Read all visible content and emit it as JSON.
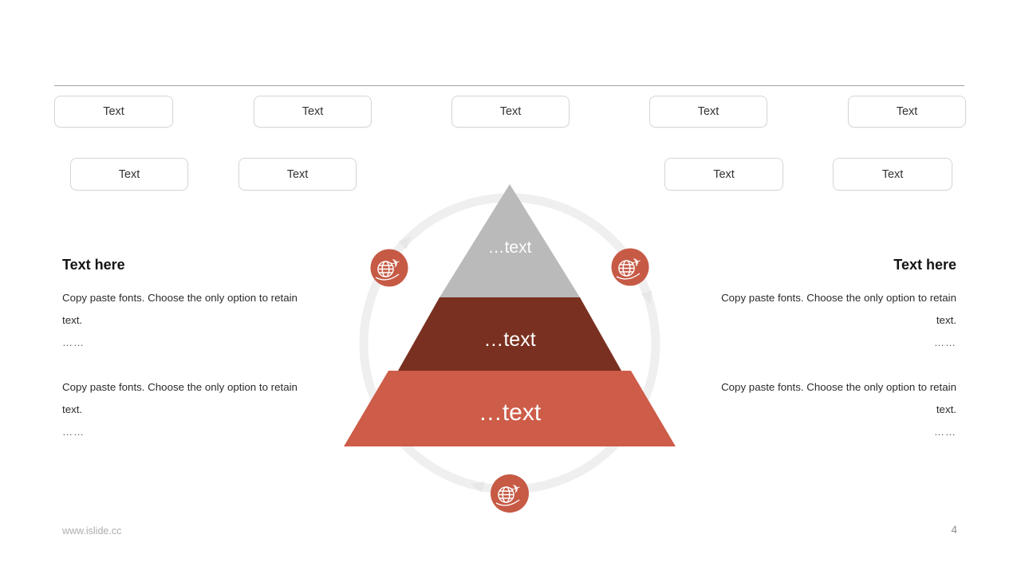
{
  "placeholder_rows": {
    "row1": [
      {
        "label": "Text"
      },
      {
        "label": "Text"
      },
      {
        "label": "Text"
      },
      {
        "label": "Text"
      },
      {
        "label": "Text"
      }
    ],
    "row2": [
      {
        "label": "Text"
      },
      {
        "label": "Text"
      },
      {
        "label": "Text"
      },
      {
        "label": "Text"
      }
    ]
  },
  "left_panel": {
    "title": "Text here",
    "items": [
      {
        "body": "Copy paste fonts. Choose the only option to retain text.",
        "ellipsis": "……"
      },
      {
        "body": "Copy paste fonts. Choose the only option to retain text.",
        "ellipsis": "……"
      }
    ]
  },
  "right_panel": {
    "title": "Text here",
    "items": [
      {
        "body": "Copy paste fonts. Choose the only option to retain text.",
        "ellipsis": "……"
      },
      {
        "body": "Copy paste fonts. Choose the only option to retain text.",
        "ellipsis": "……"
      }
    ]
  },
  "diagram": {
    "type": "pyramid",
    "levels": [
      {
        "label": "…text",
        "color": "#bababa"
      },
      {
        "label": "…text",
        "color": "#7a3020"
      },
      {
        "label": "…text",
        "color": "#cd5c48"
      }
    ],
    "ring_color": "#efefef",
    "arrow_color": "#e7e7e7",
    "icon": {
      "name": "globe-plane-icon",
      "color": "#c65a45",
      "plane_glyph": "✈"
    }
  },
  "footer": {
    "url": "www.islide.cc",
    "page_number": "4"
  }
}
